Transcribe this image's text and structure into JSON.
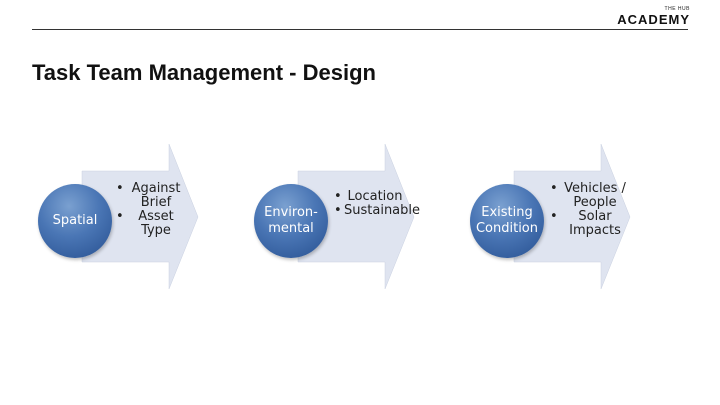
{
  "logo": {
    "small": "THE HUB",
    "main": "ACADEMY"
  },
  "title": "Task Team Management - Design",
  "colors": {
    "arrow_fill": "#dfe4f0",
    "circle_center": "#7aa0d0",
    "circle_edge": "#264f8f",
    "circle_text": "#ffffff"
  },
  "groups": [
    {
      "circle": "Spatial",
      "bullets": [
        "Against Brief",
        "Asset Type"
      ]
    },
    {
      "circle": "Environ-mental",
      "bullets": [
        "Location",
        "Sustainable"
      ]
    },
    {
      "circle": "Existing Condition",
      "bullets": [
        "Vehicles / People",
        "Solar Impacts"
      ]
    }
  ]
}
